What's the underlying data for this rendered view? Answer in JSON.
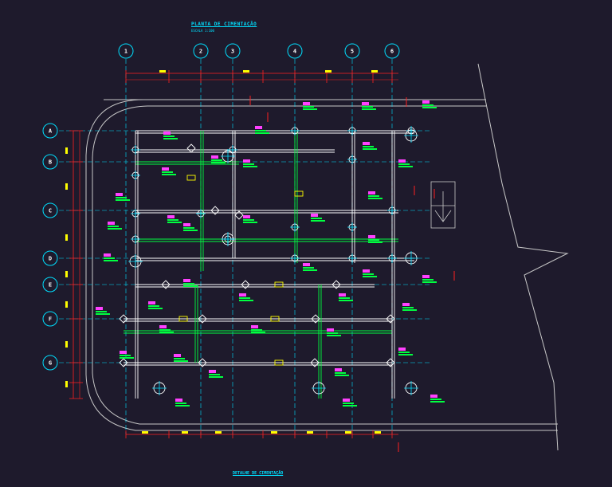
{
  "header": {
    "title": "PLANTA DE CIMENTAÇÃO",
    "subtitle": "ESCALA 1:100"
  },
  "footer": {
    "title": "DETALHE DE CIMENTAÇÃO"
  },
  "grid_columns": [
    "1",
    "2",
    "3",
    "4",
    "5",
    "6"
  ],
  "grid_rows": [
    "A",
    "B",
    "C",
    "D",
    "E",
    "F",
    "G"
  ],
  "colors": {
    "background": "#1e1a2c",
    "grid_axis": "#00e0ff",
    "beam": "#ffffff",
    "dimension": "#ff2020",
    "annotation": "#00ff40",
    "tag": "#ff40ff",
    "highlight": "#ffff00",
    "outline": "#c8c8c8"
  }
}
